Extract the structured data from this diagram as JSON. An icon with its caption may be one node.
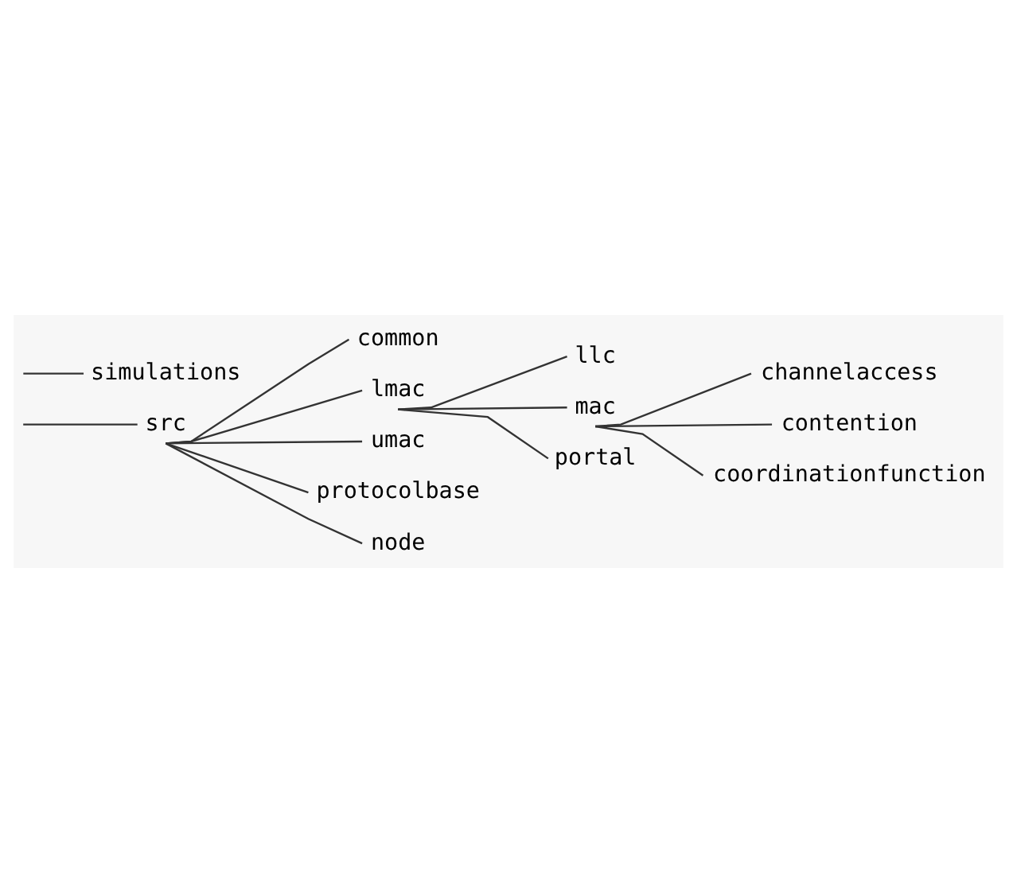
{
  "diagram": {
    "nodes": [
      {
        "text": [
          "src"
        ]
      },
      {
        "text": [
          "common"
        ]
      },
      {
        "text": [
          "lmac"
        ]
      },
      {
        "text": [
          "llc"
        ]
      },
      {
        "text": [
          "mac"
        ]
      },
      {
        "text": [
          "channelaccess"
        ]
      },
      {
        "text": [
          "contention"
        ]
      },
      {
        "text": [
          "coordinationfunction"
        ]
      },
      {
        "text": [
          "portal"
        ]
      },
      {
        "text": [
          "umac"
        ]
      },
      {
        "text": [
          "protocolbase"
        ]
      },
      {
        "text": [
          "node"
        ]
      },
      {
        "text": [
          "simulations"
        ]
      }
    ],
    "edges": [
      {
        "from": null,
        "to": 0,
        "arrow": "none"
      },
      {
        "from": 0,
        "to": 1,
        "arrow": "none"
      },
      {
        "from": 0,
        "to": 2,
        "arrow": "none"
      },
      {
        "from": 2,
        "to": 3,
        "arrow": "none"
      },
      {
        "from": 2,
        "to": 4,
        "arrow": "none"
      },
      {
        "from": 4,
        "to": 5,
        "arrow": "none"
      },
      {
        "from": 4,
        "to": 6,
        "arrow": "none"
      },
      {
        "from": 4,
        "to": 7,
        "arrow": "none"
      },
      {
        "from": 2,
        "to": 8,
        "arrow": "none"
      },
      {
        "from": 0,
        "to": 9,
        "arrow": "none"
      },
      {
        "from": 0,
        "to": 10,
        "arrow": "none"
      },
      {
        "from": 0,
        "to": 11,
        "arrow": "none"
      },
      {
        "from": null,
        "to": 12,
        "arrow": "none"
      }
    ]
  }
}
